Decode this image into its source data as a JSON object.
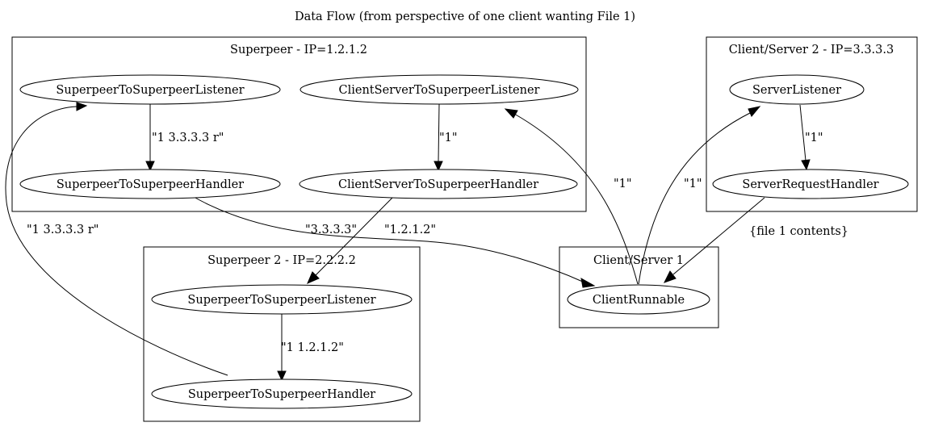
{
  "title": "Data Flow (from perspective of one client wanting File 1)",
  "clusters": {
    "superpeer1": "Superpeer - IP=1.2.1.2",
    "superpeer2": "Superpeer 2 - IP=2.2.2.2",
    "clientserver1": "Client/Server 1",
    "clientserver2": "Client/Server 2 - IP=3.3.3.3"
  },
  "nodes": {
    "sp1_listener": "SuperpeerToSuperpeerListener",
    "sp1_handler": "SuperpeerToSuperpeerHandler",
    "cs_listener": "ClientServerToSuperpeerListener",
    "cs_handler": "ClientServerToSuperpeerHandler",
    "sp2_listener": "SuperpeerToSuperpeerListener",
    "sp2_handler": "SuperpeerToSuperpeerHandler",
    "client_runnable": "ClientRunnable",
    "server_listener": "ServerListener",
    "server_request_handler": "ServerRequestHandler"
  },
  "edges": {
    "sp1_listener_to_handler": "\"1 3.3.3.3 r\"",
    "cs_listener_to_handler": "\"1\"",
    "sp2_handler_to_sp1_listener": "\"1 3.3.3.3 r\"",
    "sp1_handler_to_client": "\"3.3.3.3\"",
    "cs_handler_to_sp2_listener": "\"1.2.1.2\"",
    "sp2_listener_to_handler": "\"1 1.2.1.2\"",
    "client_to_cs_listener": "\"1\"",
    "client_to_server_listener": "\"1\"",
    "server_listener_to_handler": "\"1\"",
    "server_handler_to_client": "{file 1 contents}"
  }
}
